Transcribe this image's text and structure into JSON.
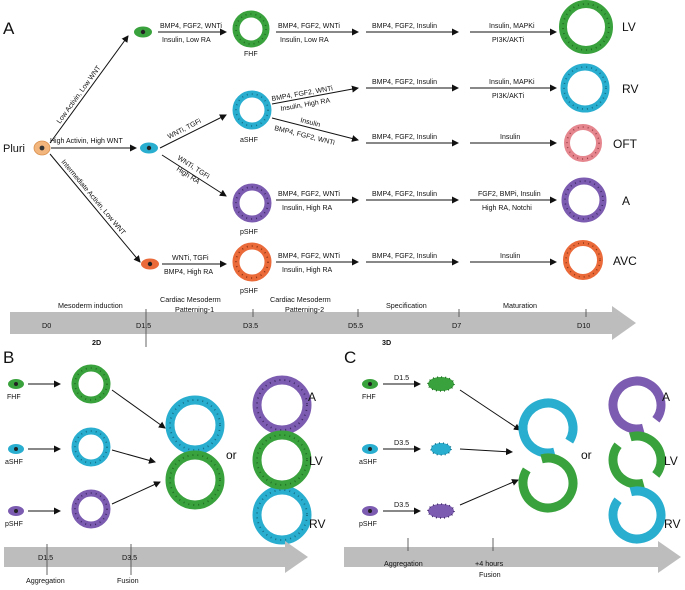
{
  "panels": {
    "a": "A",
    "b": "B",
    "c": "C"
  },
  "colors": {
    "fhf": "#3aa23d",
    "ashf": "#2aaed0",
    "pshf": "#7c5cb0",
    "avc": "#ea6a3a",
    "oft": "#e5868e",
    "pluri": "#f2b57c",
    "arrow": "#bdbdbd"
  },
  "panelA": {
    "pluri": "Pluri",
    "initial_cues": [
      "Low Activin, Low WNT",
      "High Activin, High WNT",
      "Intermediate Activin, Low WNT"
    ],
    "cells": {
      "fhf": "FHF",
      "ashf": "aSHF",
      "pshf": "pSHF",
      "avc_cell": "pSHF"
    },
    "cues": {
      "fhf_a1": "BMP4, FGF2, WNTi",
      "fhf_b1": "Insulin, Low RA",
      "lv_a1": "BMP4, FGF2, WNTi",
      "lv_b1": "Insulin, Low RA",
      "lv_a2": "BMP4, FGF2, Insulin",
      "lv_a3": "Insulin, MAPKi",
      "lv_b3": "PI3K/AKTi",
      "ashf_a1": "WNTi, TGFi",
      "rv_a1": "BMP4, FGF2, WNTi",
      "rv_b1": "Insulin, High RA",
      "rv_a2": "BMP4, FGF2, Insulin",
      "rv_a3": "Insulin, MAPKi",
      "rv_b3": "PI3K/AKTi",
      "oft_a1": "Insulin",
      "oft_b1": "BMP4, FGF2, WNTi",
      "oft_a2": "BMP4, FGF2, Insulin",
      "oft_a3": "Insulin",
      "pshf_a1": "WNTi, TGFi",
      "pshf_b1": "High RA",
      "a_a1": "BMP4, FGF2, WNTi",
      "a_b1": "Insulin, High RA",
      "a_a2": "BMP4, FGF2, Insulin",
      "a_a3": "FGF2, BMPi, Insulin",
      "a_b3": "High RA, Notchi",
      "avc_a0": "WNTi, TGFi",
      "avc_b0": "BMP4, High RA",
      "avc_a1": "BMP4, FGF2, WNTi",
      "avc_b1": "Insulin, High RA",
      "avc_a2": "BMP4, FGF2, Insulin",
      "avc_a3": "Insulin"
    },
    "chambers": {
      "lv": "LV",
      "rv": "RV",
      "oft": "OFT",
      "a": "A",
      "avc": "AVC"
    },
    "timeline": {
      "phases": [
        "Mesoderm induction",
        "Cardiac Mesoderm",
        "Patterning-1",
        "Cardiac Mesoderm",
        "Patterning-2",
        "Specification",
        "Maturation"
      ],
      "days": [
        "D0",
        "D1.5",
        "D3.5",
        "D5.5",
        "D7",
        "D10"
      ],
      "dims": [
        "2D",
        "3D"
      ]
    }
  },
  "panelB": {
    "cells": [
      "FHF",
      "aSHF",
      "pSHF"
    ],
    "or": "or",
    "chambers": [
      "A",
      "LV",
      "RV"
    ],
    "days": [
      "D1.5",
      "D3.5"
    ],
    "events": [
      "Aggregation",
      "Fusion"
    ]
  },
  "panelC": {
    "cells": [
      "FHF",
      "aSHF",
      "pSHF"
    ],
    "days": [
      "D1.5",
      "D3.5",
      "D3.5"
    ],
    "or": "or",
    "chambers": [
      "A",
      "LV",
      "RV"
    ],
    "events": [
      "Aggregation",
      "+4 hours",
      "Fusion"
    ]
  }
}
